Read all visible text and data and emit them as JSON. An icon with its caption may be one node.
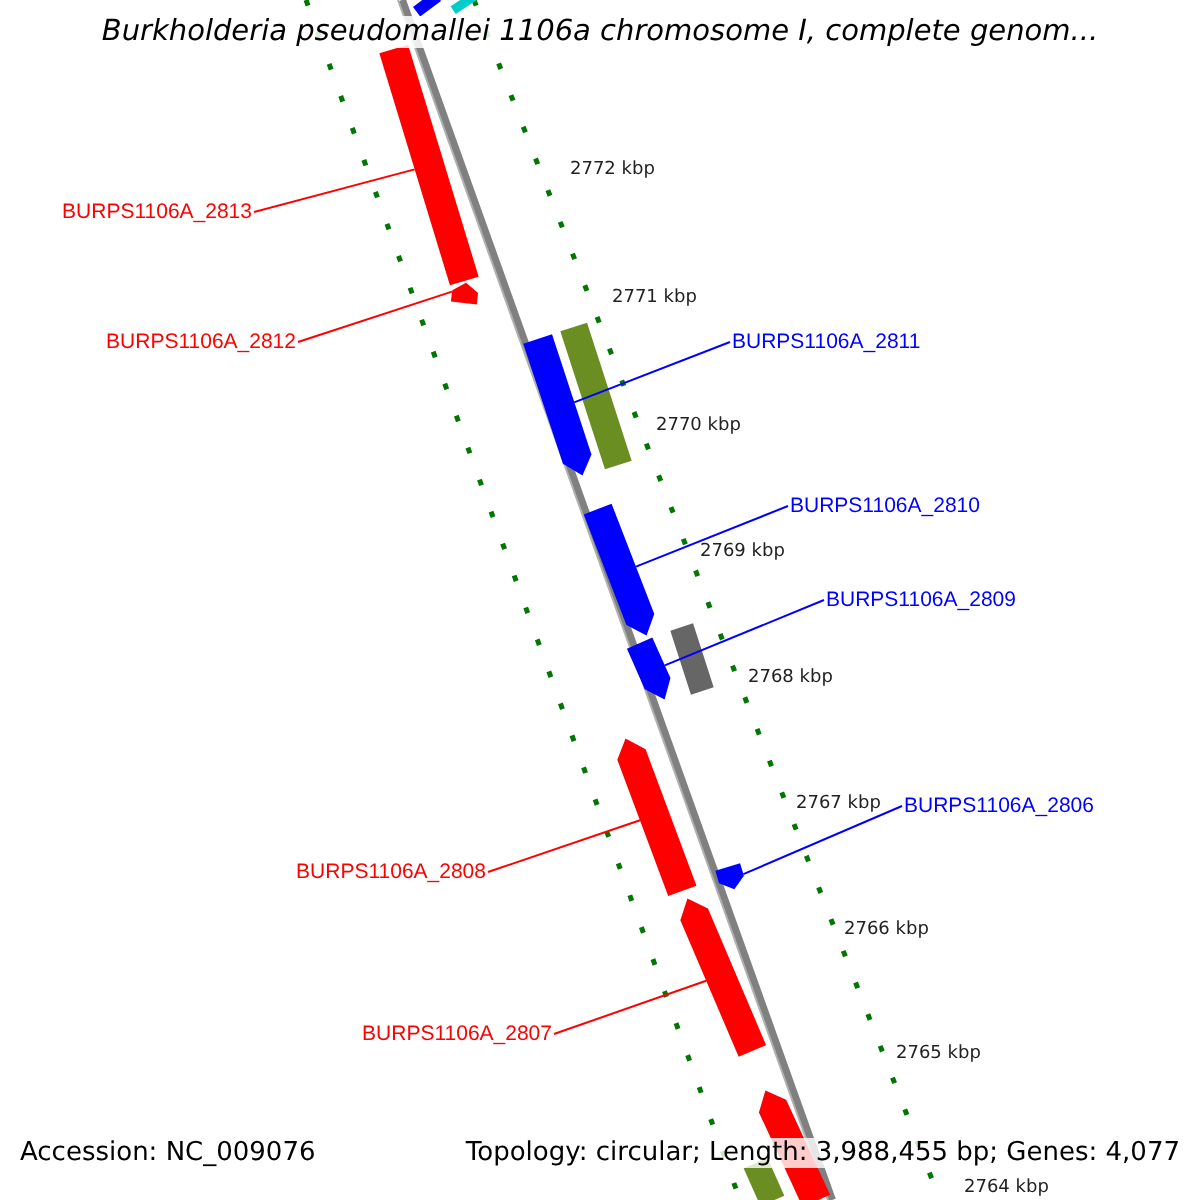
{
  "diagram": {
    "title": "Burkholderia pseudomallei 1106a chromosome I, complete genom...",
    "nodes": [
      {
        "text": [
          "BURPS1106A_2813"
        ]
      },
      {
        "text": [
          "BURPS1106A_2812"
        ]
      },
      {
        "text": [
          "BURPS1106A_2811"
        ]
      },
      {
        "text": [
          "BURPS1106A_2810"
        ]
      },
      {
        "text": [
          "BURPS1106A_2809"
        ]
      },
      {
        "text": [
          "BURPS1106A_2806"
        ]
      },
      {
        "text": [
          "BURPS1106A_2808"
        ]
      },
      {
        "text": [
          "BURPS1106A_2807"
        ]
      },
      {
        "text": [],
        "shape": "bar"
      },
      {
        "text": [],
        "shape": "bar"
      },
      {
        "text": [],
        "shape": "bar"
      },
      {
        "text": [],
        "shape": "bar"
      },
      {
        "text": [],
        "shape": "bar"
      },
      {
        "text": [],
        "shape": "bar"
      },
      {
        "text": [],
        "shape": "bar"
      },
      {
        "text": [],
        "shape": "bar"
      },
      {
        "text": [],
        "shape": "bar"
      },
      {
        "text": [],
        "shape": "bar"
      },
      {
        "text": [],
        "shape": "bar"
      },
      {
        "text": [],
        "shape": "bar"
      },
      {
        "text": [],
        "shape": "bar"
      },
      {
        "text": [],
        "shape": "bar"
      }
    ],
    "edges": [
      {
        "from": 0,
        "to": 8,
        "arrow": "none",
        "color": "#ff0000"
      },
      {
        "from": 1,
        "to": 9,
        "arrow": "none",
        "color": "#ff0000"
      },
      {
        "from": 2,
        "to": 10,
        "arrow": "none",
        "color": "#0000ff"
      },
      {
        "from": 3,
        "to": 11,
        "arrow": "none",
        "color": "#0000ff"
      },
      {
        "from": 4,
        "to": 12,
        "arrow": "none",
        "color": "#0000ff"
      },
      {
        "from": 5,
        "to": 13,
        "arrow": "none",
        "color": "#0000ff"
      },
      {
        "from": 6,
        "to": 14,
        "arrow": "none",
        "color": "#ff0000"
      },
      {
        "from": 7,
        "to": 15,
        "arrow": "none",
        "color": "#ff0000"
      }
    ],
    "labels": [
      "2772 kbp",
      "2771 kbp",
      "2770 kbp",
      "2769 kbp",
      "2768 kbp",
      "2767 kbp",
      "2766 kbp",
      "2765 kbp",
      "2764 kbp",
      "Accession: NC_009076",
      "Topology: circular; Length: 3,988,455 bp; Genes: 4,077"
    ]
  }
}
